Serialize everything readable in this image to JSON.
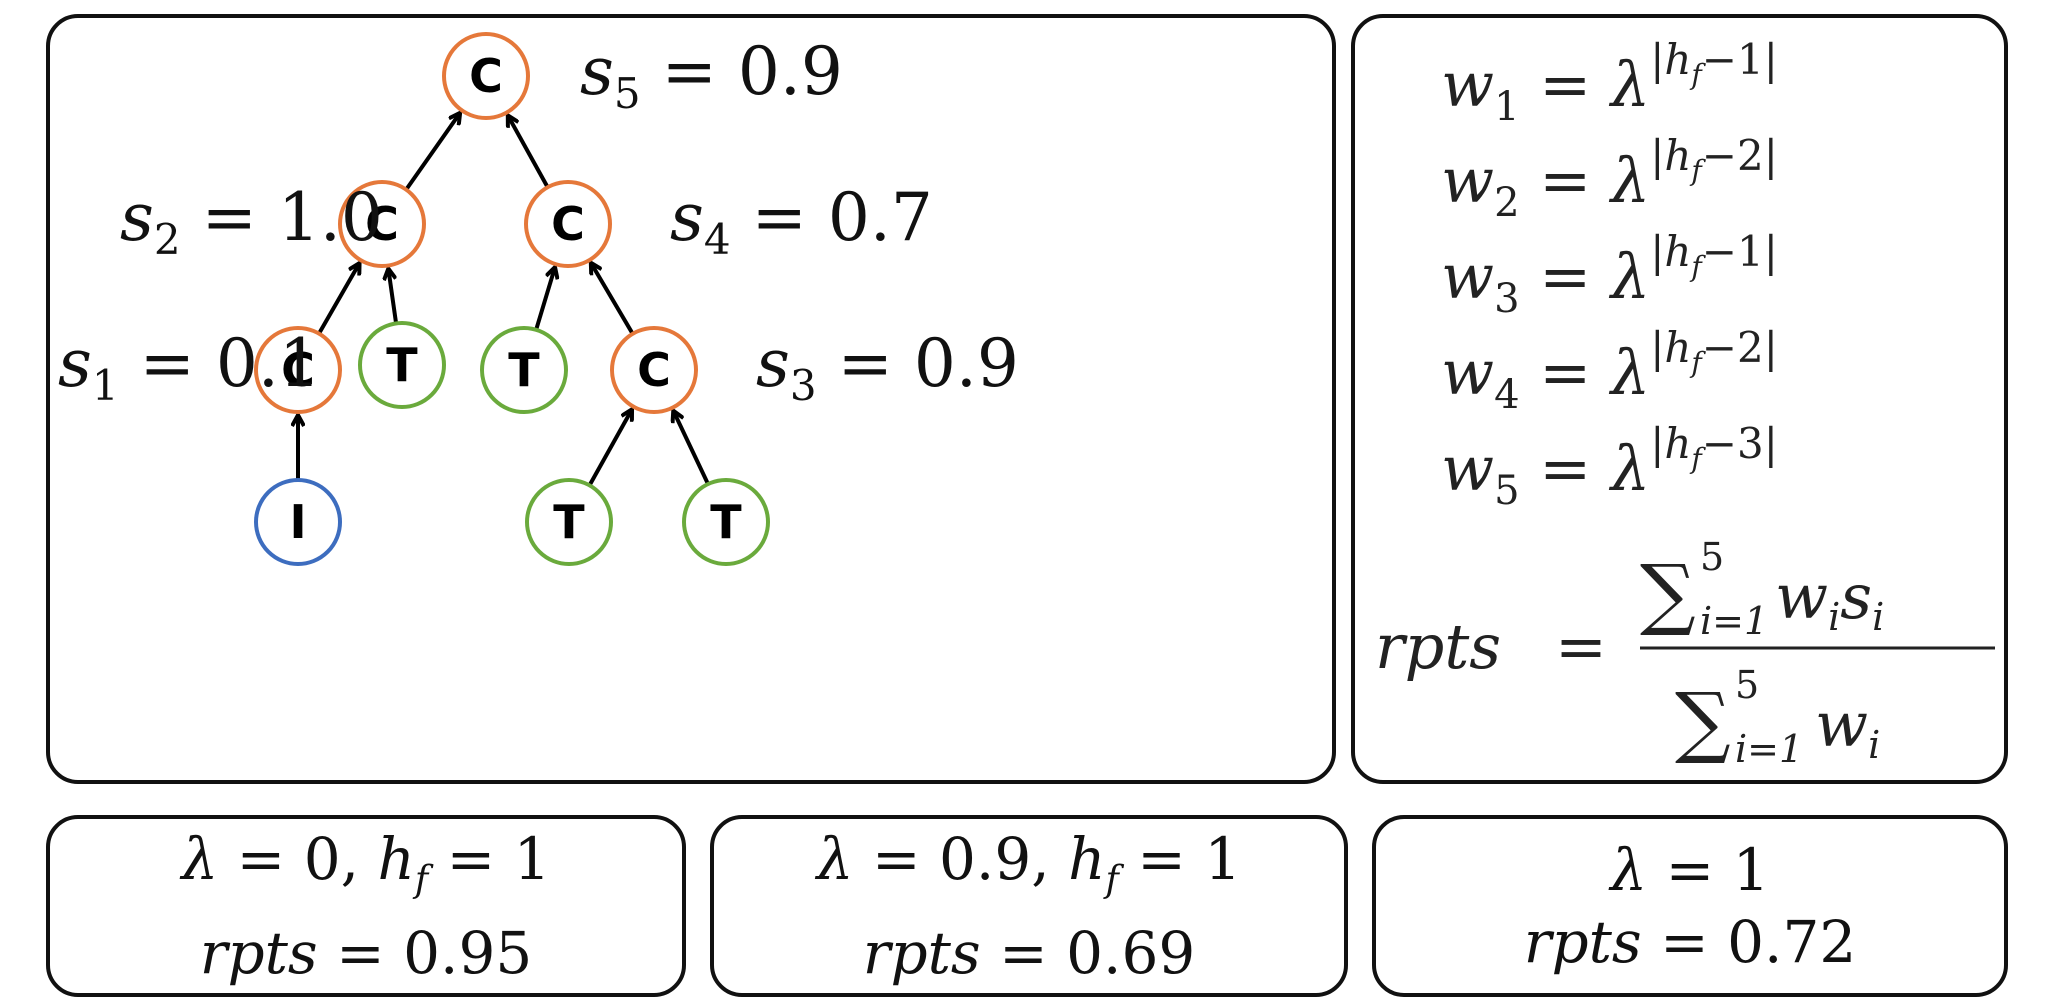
{
  "tree": {
    "nodes": [
      {
        "id": "n5",
        "label": "C",
        "type": "C",
        "cx": 0,
        "cy": 0
      },
      {
        "id": "n2",
        "label": "C",
        "type": "C"
      },
      {
        "id": "n4",
        "label": "C",
        "type": "C"
      },
      {
        "id": "n1",
        "label": "C",
        "type": "C"
      },
      {
        "id": "t1",
        "label": "T",
        "type": "T"
      },
      {
        "id": "t2",
        "label": "T",
        "type": "T"
      },
      {
        "id": "n3",
        "label": "C",
        "type": "C"
      },
      {
        "id": "i1",
        "label": "I",
        "type": "I"
      },
      {
        "id": "t3",
        "label": "T",
        "type": "T"
      },
      {
        "id": "t4",
        "label": "T",
        "type": "T"
      }
    ],
    "scores": [
      {
        "sub": "5",
        "value": "0.9"
      },
      {
        "sub": "2",
        "value": "1.0"
      },
      {
        "sub": "4",
        "value": "0.7"
      },
      {
        "sub": "1",
        "value": "0.1"
      },
      {
        "sub": "3",
        "value": "0.9"
      }
    ]
  },
  "colors": {
    "C": "#e5783a",
    "T": "#6aaa3c",
    "I": "#3d6dbf",
    "edge": "#000000"
  },
  "weights": [
    {
      "sub": "1",
      "exp_const": "1"
    },
    {
      "sub": "2",
      "exp_const": "2"
    },
    {
      "sub": "3",
      "exp_const": "1"
    },
    {
      "sub": "4",
      "exp_const": "2"
    },
    {
      "sub": "5",
      "exp_const": "3"
    }
  ],
  "rpts_formula": {
    "lhs": "rpts",
    "upper_limit": "5",
    "lower_limit": "i=1"
  },
  "cases": [
    {
      "params": "λ = 0, h_f = 1",
      "lambda": "0",
      "hf": "1",
      "rpts": "0.95"
    },
    {
      "params": "λ = 0.9, h_f = 1",
      "lambda": "0.9",
      "hf": "1",
      "rpts": "0.69"
    },
    {
      "params": "λ = 1",
      "lambda": "1",
      "rpts": "0.72"
    }
  ]
}
